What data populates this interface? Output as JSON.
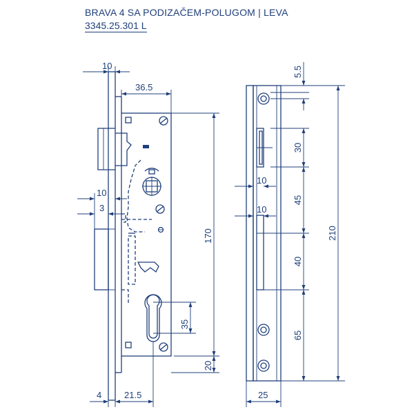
{
  "title": {
    "line1": "BRAVA 4 SA PODIZAČEM-POLUGOM | LEVA",
    "line2": "3345.25.301 L"
  },
  "colors": {
    "line": "#1f3f7a"
  },
  "dims": {
    "front_plate_thickness": "10",
    "backset_top": "36.5",
    "latch_projection": "10",
    "latch_offset": "3",
    "height_170": "170",
    "cylinder_35": "35",
    "bottom_20": "20",
    "bottom_4": "4",
    "bottom_21_5": "21.5",
    "side_5_5": "5.5",
    "side_30": "30",
    "side_10_a": "10",
    "side_45": "45",
    "side_10_b": "10",
    "side_40": "40",
    "side_65": "65",
    "side_210": "210",
    "side_25": "25"
  }
}
